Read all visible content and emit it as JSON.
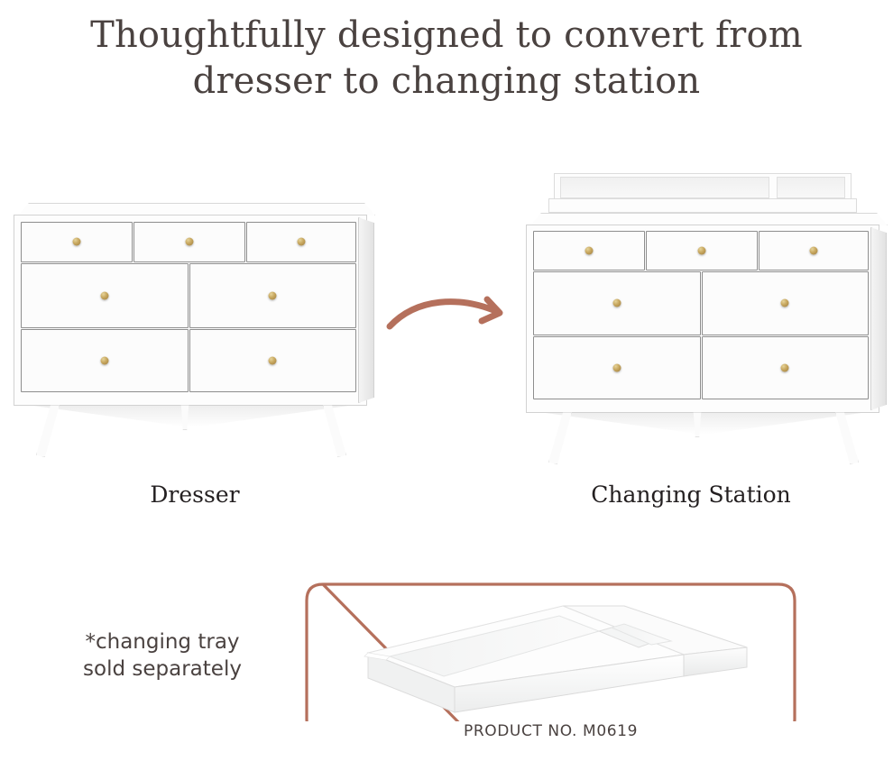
{
  "heading": "Thoughtfully designed to convert from\ndresser to changing station",
  "captions": {
    "left": "Dresser",
    "right": "Changing Station"
  },
  "tray_note": "*changing tray\nsold separately",
  "product_number": "PRODUCT NO. M0619",
  "colors": {
    "accent": "#b5705c",
    "heading_text": "#4a4240",
    "caption_text": "#231f20",
    "furniture_white": "#fdfdfd",
    "drawer_outline": "#8d8d8d",
    "knob_gold": "#c9a961",
    "background": "#ffffff"
  },
  "products": {
    "dresser": {
      "name": "Dresser",
      "top_drawers": 3,
      "lower_drawer_rows": 2,
      "lower_drawers_per_row": 2,
      "total_drawers": 7,
      "knob_count": 7,
      "leg_count": 3,
      "leg_style": "splayed tapered"
    },
    "changing_station": {
      "name": "Changing Station",
      "top_drawers": 3,
      "lower_drawer_rows": 2,
      "lower_drawers_per_row": 2,
      "total_drawers": 7,
      "knob_count": 7,
      "leg_count": 3,
      "leg_style": "splayed tapered",
      "accessory": "changing tray"
    },
    "changing_tray": {
      "name": "changing tray",
      "compartments": 2,
      "compartment_layout": "one large left, one small right",
      "sold_separately": true
    }
  },
  "arrow": {
    "label": "conversion-arrow",
    "direction": "left-to-right",
    "style": "curved"
  }
}
